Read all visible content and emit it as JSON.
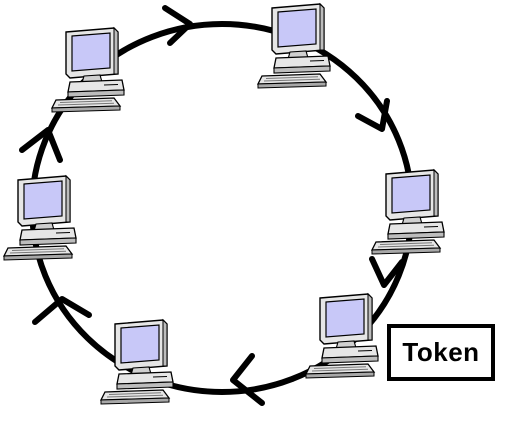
{
  "diagram": {
    "type": "token-ring-network",
    "nodes": [
      {
        "id": "pc-1",
        "icon": "computer-icon"
      },
      {
        "id": "pc-2",
        "icon": "computer-icon"
      },
      {
        "id": "pc-3",
        "icon": "computer-icon"
      },
      {
        "id": "pc-4",
        "icon": "computer-icon"
      },
      {
        "id": "pc-5",
        "icon": "computer-icon"
      },
      {
        "id": "pc-6",
        "icon": "computer-icon"
      }
    ],
    "direction": "clockwise",
    "token_label": "Token",
    "colors": {
      "ring": "#000000",
      "screen": "#c8c8f8",
      "case": "#e6e6e6",
      "outline": "#000000",
      "background": "#ffffff"
    }
  }
}
